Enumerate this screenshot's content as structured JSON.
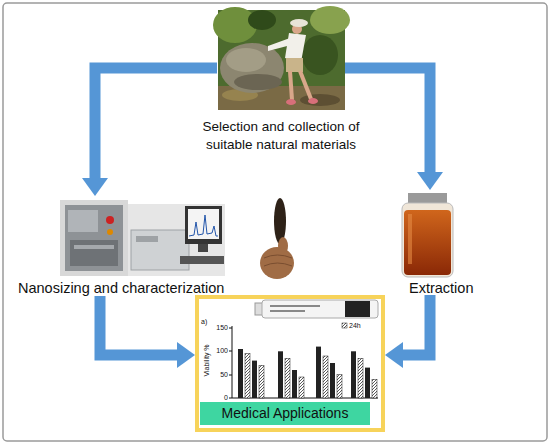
{
  "diagram": {
    "nodes": [
      {
        "text": [
          "Selection and collection of suitable natural materials"
        ]
      },
      {
        "text": [
          "Nanosizing and characterization"
        ]
      },
      {
        "text": [
          "Extraction"
        ]
      },
      {
        "text": [
          "Medical Applications"
        ]
      }
    ],
    "edges": [
      {
        "from": 0,
        "to": 1,
        "arrow": "to"
      },
      {
        "from": 0,
        "to": 2,
        "arrow": "to"
      },
      {
        "from": 1,
        "to": 3,
        "arrow": "to"
      },
      {
        "from": 2,
        "to": 3,
        "arrow": "to"
      }
    ],
    "labels": [
      "a)",
      "150",
      "100",
      "50",
      "0",
      "Viability %",
      "24h"
    ]
  }
}
